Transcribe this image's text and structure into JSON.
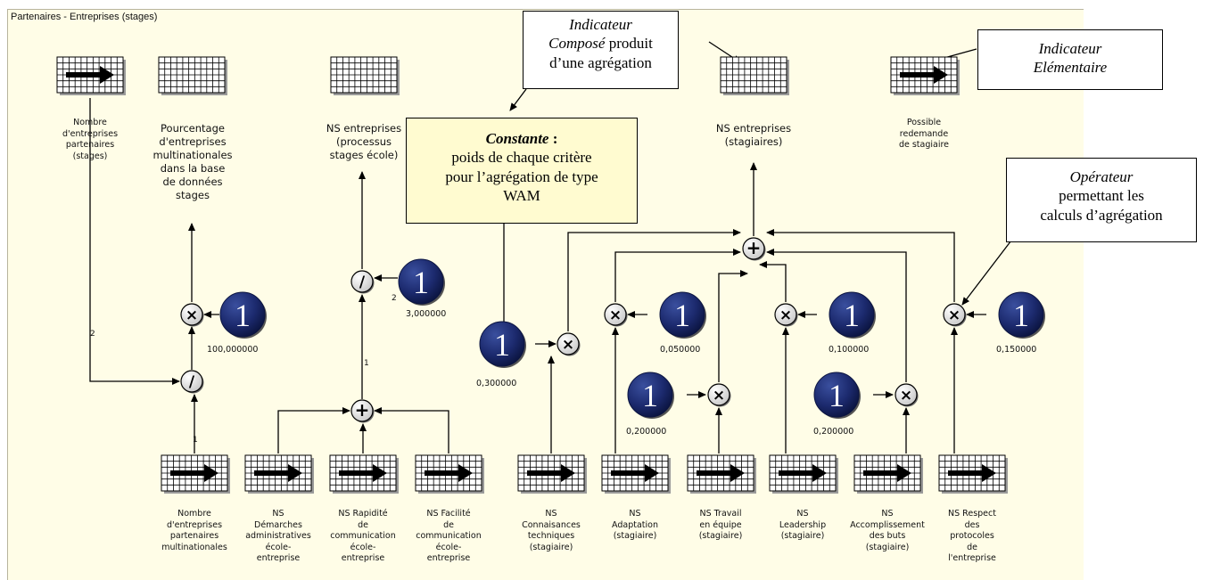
{
  "frame_title": "Partenaires - Entreprises (stages)",
  "indicators": {
    "nb_entreprises": [
      "Nombre",
      "d'entreprises",
      "partenaires",
      "(stages)"
    ],
    "pct_multinationales": [
      "Pourcentage",
      "d'entreprises",
      "multinationales",
      "dans la base",
      "de données",
      "stages"
    ],
    "ns_processus": [
      "NS entreprises",
      "(processus",
      "stages école)"
    ],
    "ns_stagiaires": [
      "NS entreprises",
      "(stagiaires)"
    ],
    "redemande": [
      "Possible",
      "redemande",
      "de stagiaire"
    ],
    "nb_multinationales": [
      "Nombre",
      "d'entreprises",
      "partenaires",
      "multinationales"
    ],
    "demarches": [
      "NS",
      "Démarches",
      "administratives",
      "école-",
      "entreprise"
    ],
    "rapidite": [
      "NS Rapidité",
      "de",
      "communication",
      "école-",
      "entreprise"
    ],
    "facilite": [
      "NS Facilité",
      "de",
      "communication",
      "école-",
      "entreprise"
    ],
    "connaissances": [
      "NS",
      "Connaisances",
      "techniques",
      "(stagiaire)"
    ],
    "adaptation": [
      "NS",
      "Adaptation",
      "(stagiaire)"
    ],
    "travail": [
      "NS Travail",
      "en équipe",
      "(stagiaire)"
    ],
    "leadership": [
      "NS",
      "Leadership",
      "(stagiaire)"
    ],
    "accomplissement": [
      "NS",
      "Accomplissement",
      "des buts",
      "(stagiaire)"
    ],
    "respect": [
      "NS Respect",
      "des",
      "protocoles",
      "de",
      "l'entreprise"
    ]
  },
  "constants": {
    "c100": "100,000000",
    "c3": "3,000000",
    "c03": "0,300000",
    "c005": "0,050000",
    "c02a": "0,200000",
    "c01": "0,100000",
    "c02b": "0,200000",
    "c015": "0,150000"
  },
  "constant_glyph": "1",
  "edge_weights": {
    "w2a": "2",
    "w1a": "1",
    "w2b": "2",
    "w1b": "1"
  },
  "callouts": {
    "compose": {
      "line1": "Indicateur",
      "line2a": "Composé",
      "line2b": " produit",
      "line3": "d’une agrégation"
    },
    "elementaire": {
      "line1": "Indicateur",
      "line2": "Elémentaire"
    },
    "constante": {
      "title": "Constante",
      "colon": " :",
      "line2": "poids de chaque critère",
      "line3": "pour l’agrégation de type",
      "line4": "WAM"
    },
    "operateur": {
      "line1": "Opérateur",
      "line2": "permettant les",
      "line3": "calculs d’agrégation"
    }
  },
  "operators": {
    "multiply": "×",
    "divide": "/",
    "add": "+"
  },
  "colors": {
    "canvas": "#fffde7",
    "constant_fill": "#1c2a6e",
    "constant_box": "#fffbd0"
  }
}
